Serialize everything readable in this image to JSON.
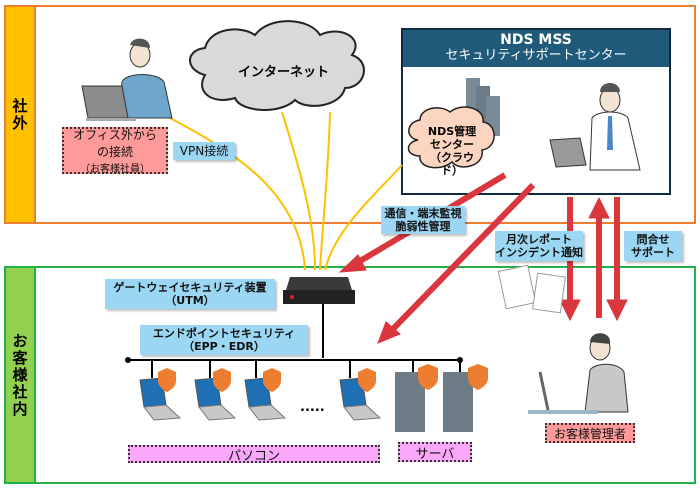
{
  "zones": {
    "outside": {
      "label": "社外",
      "color": "#ffc000",
      "border": "#ed7d31"
    },
    "inside": {
      "label": "お客様社内",
      "color": "#92d050",
      "border": "#21b14a"
    }
  },
  "internet": {
    "label": "インターネット"
  },
  "remote_user": {
    "line1": "オフィス外から",
    "line2": "の接続",
    "line3": "（お客様社員）"
  },
  "vpn": {
    "label": "VPN接続"
  },
  "center": {
    "title1": "NDS MSS",
    "title2": "セキュリティサポートセンター",
    "cloud_line1": "NDS管理",
    "cloud_line2": "センター",
    "cloud_line3": "（クラウド）"
  },
  "arrows": {
    "monitor": {
      "line1": "通信・端末監視",
      "line2": "脆弱性管理"
    },
    "report": {
      "line1": "月次レポート",
      "line2": "インシデント通知"
    },
    "inquiry": {
      "line1": "問合せ",
      "line2": "サポート"
    }
  },
  "devices": {
    "utm": {
      "line1": "ゲートウェイセキュリティ装置",
      "line2": "（UTM）"
    },
    "endpoint": {
      "line1": "エンドポイントセキュリティ",
      "line2": "（EPP・EDR）"
    },
    "ellipsis": ".....",
    "pc_label": "パソコン",
    "server_label": "サーバ",
    "admin_label": "お客様管理者"
  },
  "colors": {
    "arrow": "#d9363e",
    "link": "#ffc000",
    "label_bg": "#9bd7f3",
    "pink_bg": "#f99",
    "purple_bg": "#f9a8f9",
    "header": "#1f5a7a"
  }
}
